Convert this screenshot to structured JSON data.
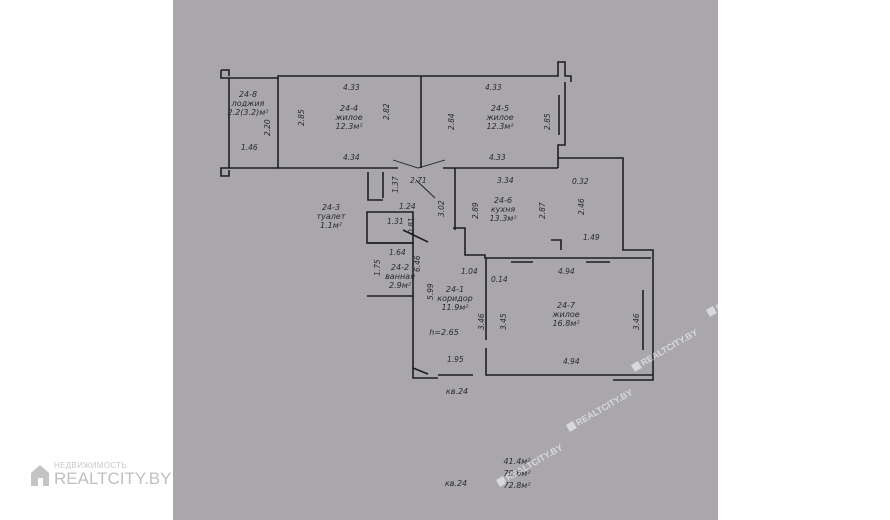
{
  "watermark": {
    "brand_top": "НЕДВИЖИМОСТЬ",
    "brand_main": "REALTCITY.BY",
    "small": "REALTCITY.BY"
  },
  "rooms": {
    "r8": {
      "id": "24-8",
      "name": "лоджия",
      "area": "2.2(3.2)м²"
    },
    "r4": {
      "id": "24-4",
      "name": "жилое",
      "area": "12.3м²"
    },
    "r5": {
      "id": "24-5",
      "name": "жилое",
      "area": "12.3м²"
    },
    "r3": {
      "id": "24-3",
      "name": "туалет",
      "area": "1.1м²"
    },
    "r6": {
      "id": "24-6",
      "name": "кухня",
      "area": "13.3м²"
    },
    "r2": {
      "id": "24-2",
      "name": "ванная",
      "area": "2.9м²"
    },
    "r1": {
      "id": "24-1",
      "name": "коридор",
      "area": "11.9м²",
      "height": "h=2.65"
    },
    "r7": {
      "id": "24-7",
      "name": "жилое",
      "area": "16.8м²"
    }
  },
  "dims": {
    "d433a": "4.33",
    "d433b": "4.33",
    "d220": "2.20",
    "d285a": "2.85",
    "d282": "2.82",
    "d284": "2.84",
    "d285b": "2.85",
    "d146": "1.46",
    "d434": "4.34",
    "d433c": "4.33",
    "d271": "2.71",
    "d334": "3.34",
    "d032": "0.32",
    "d137": "1.37",
    "d124": "1.24",
    "d302": "3.02",
    "d289": "2.89",
    "d287": "2.87",
    "d246": "2.46",
    "d131": "1.31",
    "d081": "0.81",
    "d149": "1.49",
    "d164": "1.64",
    "d646": "6.46",
    "d104": "1.04",
    "d014": "0.14",
    "d494a": "4.94",
    "d175": "1.75",
    "d599": "5.99",
    "d346a": "3.46",
    "d345": "3.45",
    "d346b": "3.46",
    "d195": "1.95",
    "d494b": "4.94"
  },
  "unit_label": "кв.24",
  "summary": {
    "unit": "кв.24",
    "living": "41.4м²",
    "total": "70.6м²",
    "gross": "72.8м²"
  }
}
